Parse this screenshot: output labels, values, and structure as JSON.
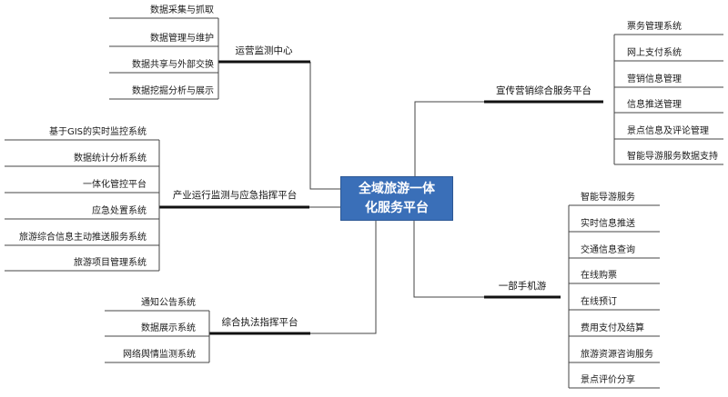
{
  "center": {
    "line1": "全域旅游一体",
    "line2": "化服务平台"
  },
  "branches": [
    {
      "id": "ops",
      "label": "运营监测中心",
      "leaves": [
        "数据采集与抓取",
        "数据管理与维护",
        "数据共享与外部交换",
        "数据挖掘分析与展示"
      ]
    },
    {
      "id": "ind",
      "label": "产业运行监测与应急指挥平台",
      "leaves": [
        "基于GIS的实时监控系统",
        "数据统计分析系统",
        "一体化管控平台",
        "应急处置系统",
        "旅游综合信息主动推送服务系统",
        "旅游项目管理系统"
      ]
    },
    {
      "id": "law",
      "label": "综合执法指挥平台",
      "leaves": [
        "通知公告系统",
        "数据展示系统",
        "网络舆情监测系统"
      ]
    },
    {
      "id": "promo",
      "label": "宣传营销综合服务平台",
      "leaves": [
        "票务管理系统",
        "网上支付系统",
        "营销信息管理",
        "信息推送管理",
        "景点信息及评论管理",
        "智能导游服务数据支持"
      ]
    },
    {
      "id": "mobile",
      "label": "一部手机游",
      "leaves": [
        "智能导游服务",
        "实时信息推送",
        "交通信息查询",
        "在线购票",
        "在线预订",
        "费用支付及结算",
        "旅游资源咨询服务",
        "景点评价分享"
      ]
    }
  ]
}
